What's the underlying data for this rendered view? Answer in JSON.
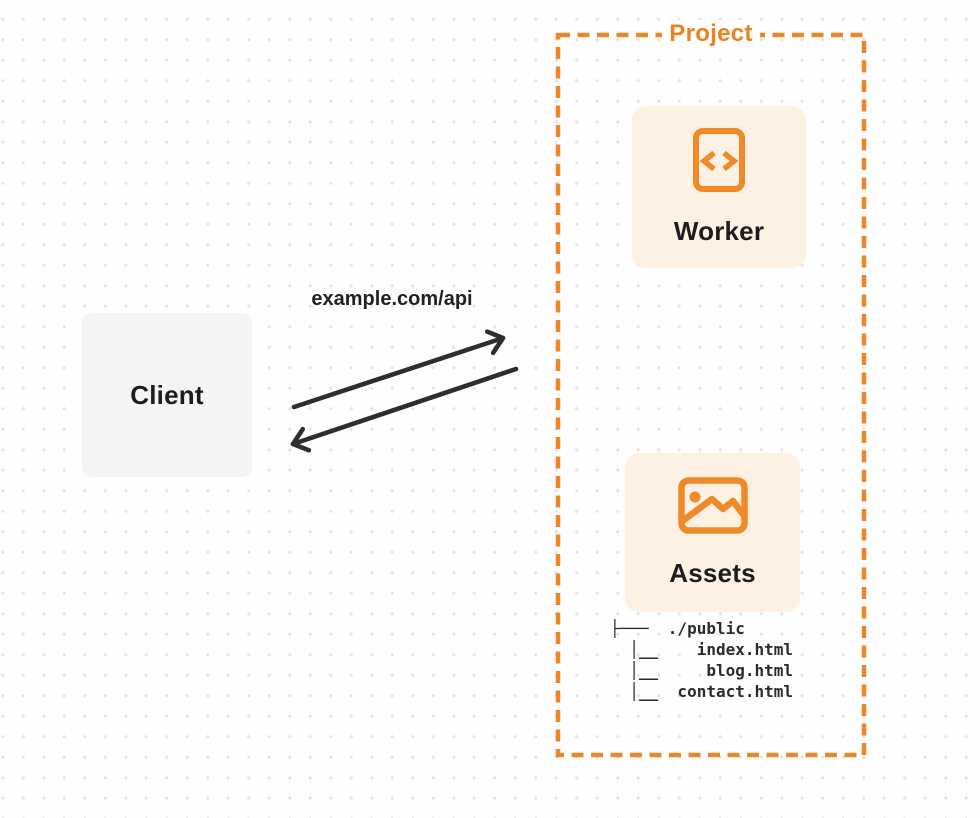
{
  "project": {
    "label": "Project"
  },
  "client": {
    "label": "Client"
  },
  "worker": {
    "label": "Worker",
    "icon": "code-icon"
  },
  "assets": {
    "label": "Assets",
    "icon": "image-icon"
  },
  "request": {
    "url_label": "example.com/api"
  },
  "file_tree": {
    "root": "./public",
    "files": [
      "index.html",
      "blog.html",
      "contact.html"
    ],
    "lines": [
      "├───  ./public",
      "  │__    index.html",
      "  │__     blog.html",
      "  │__  contact.html"
    ]
  },
  "colors": {
    "accent_orange": "#EC8626",
    "icon_orange": "#F08A28",
    "card_cream": "#FCF1E2",
    "client_gray": "#F4F4F6",
    "ink": "#1D1D1F",
    "arrow": "#2E2E30",
    "dot_grid": "#E4E4E7"
  }
}
